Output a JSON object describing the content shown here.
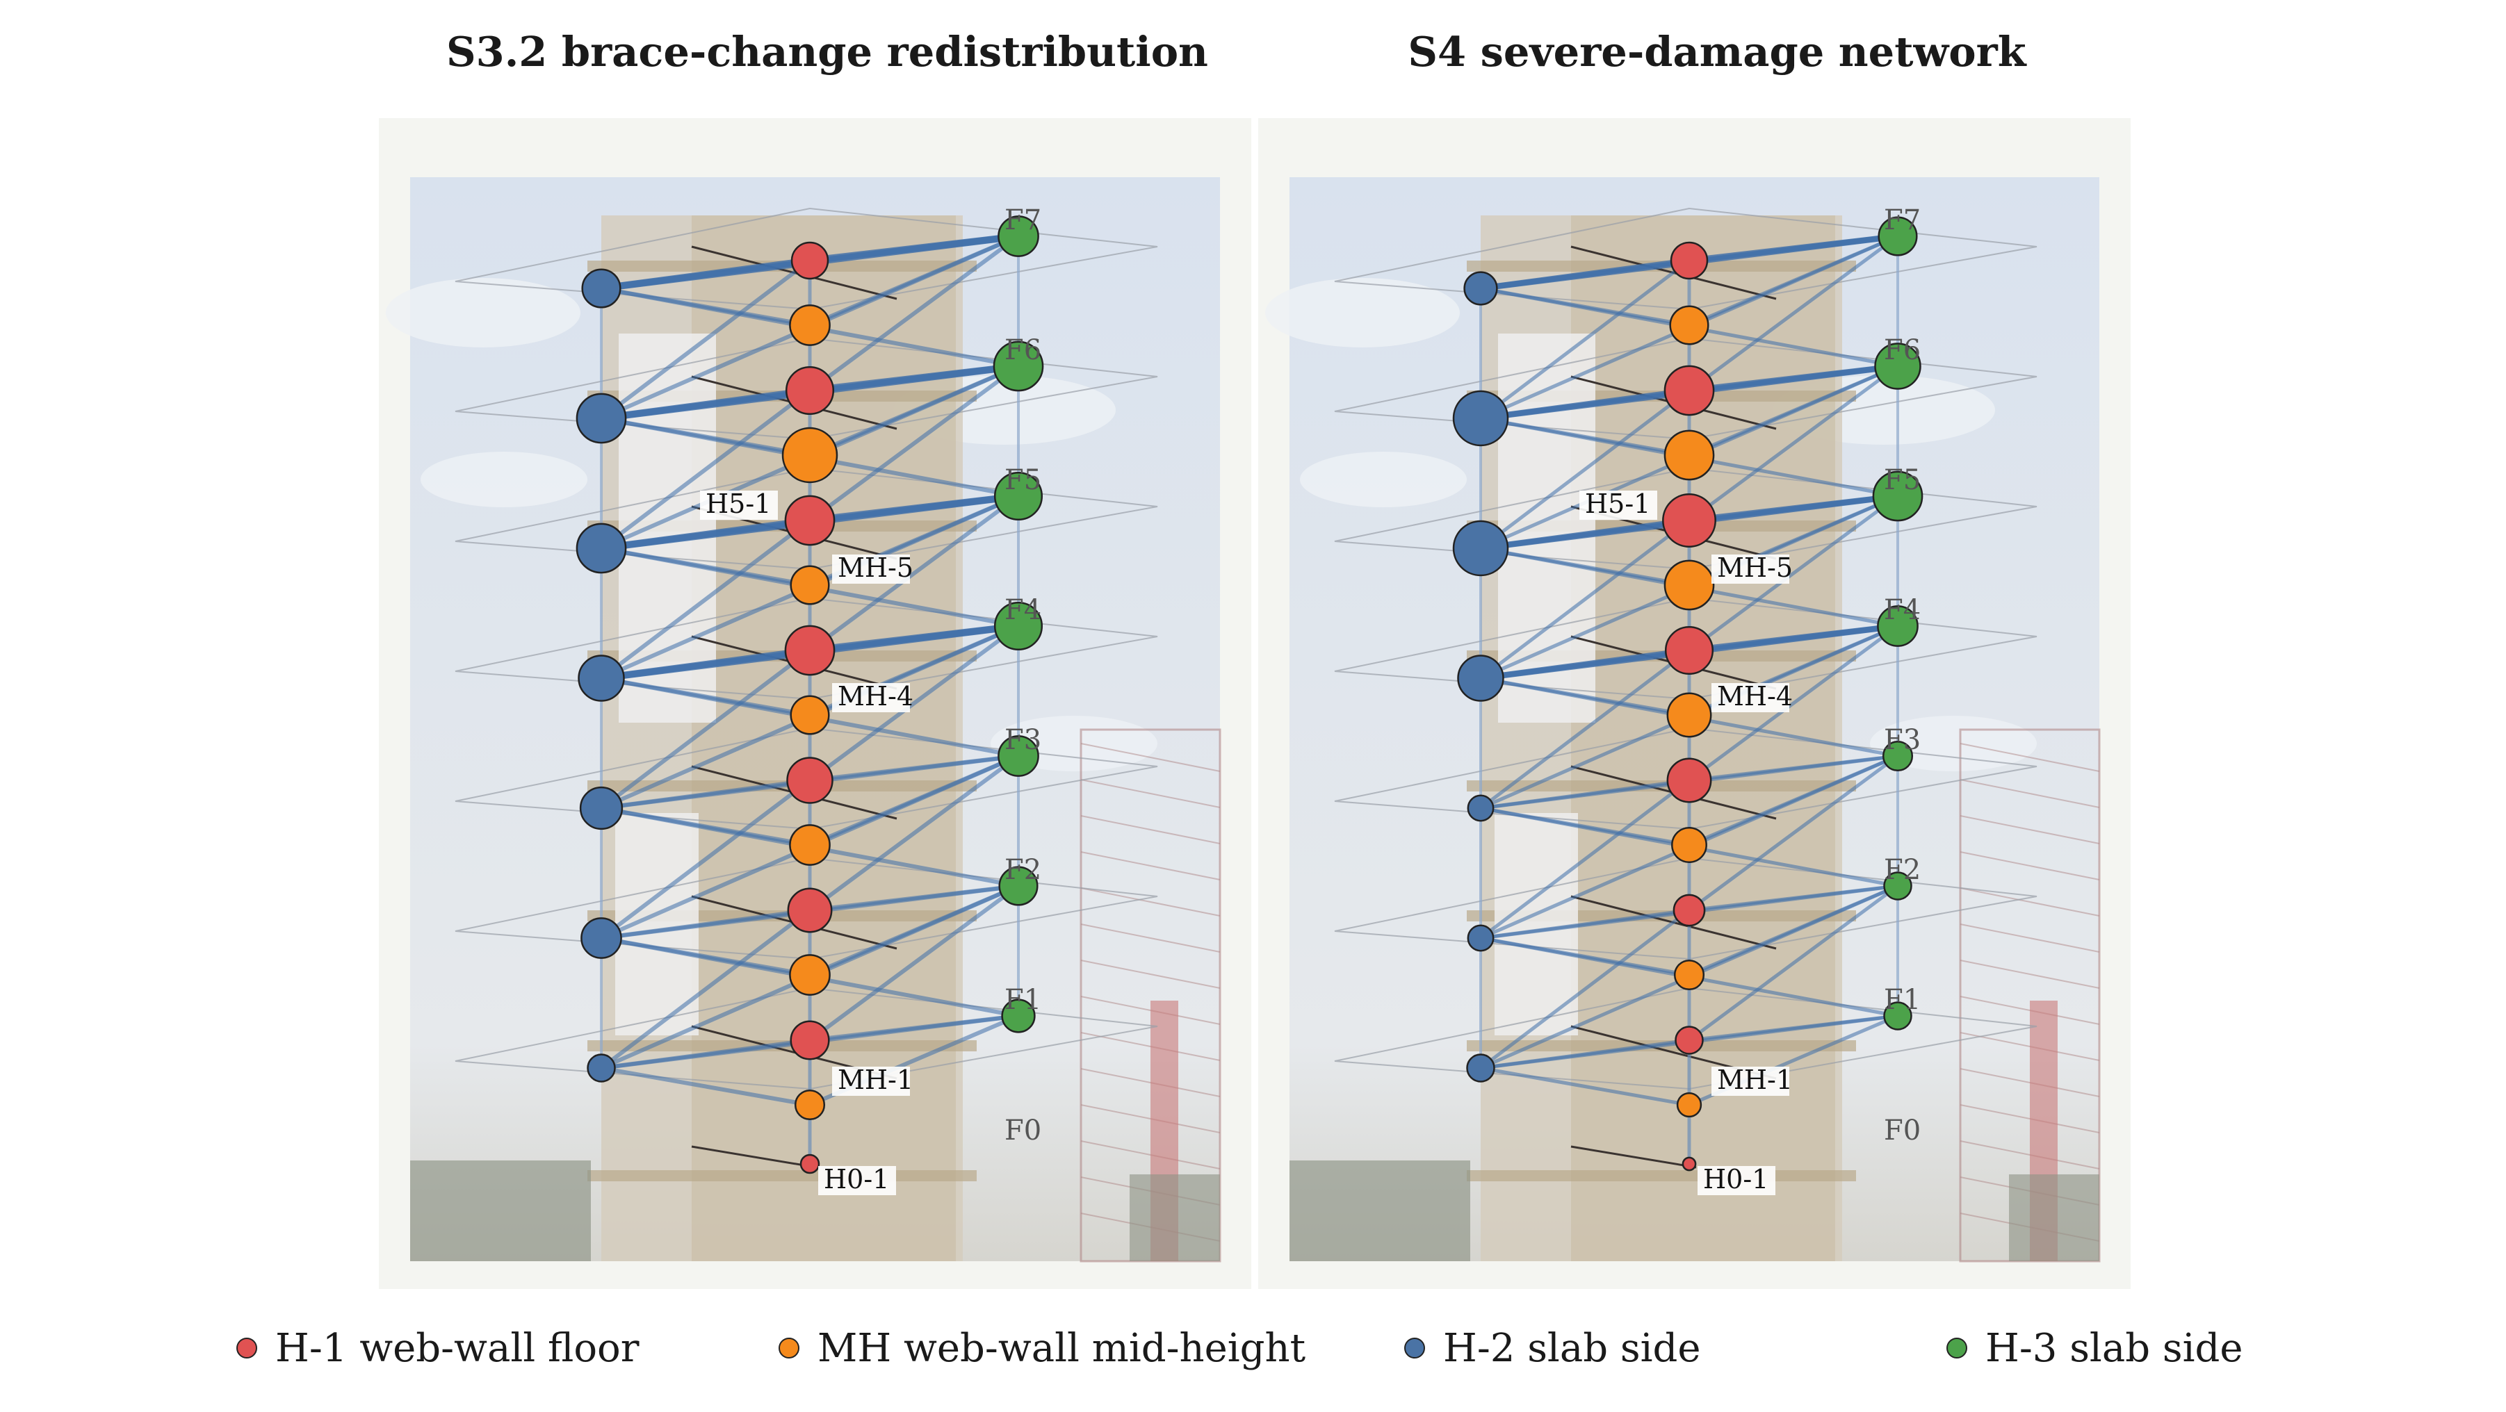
{
  "panels": [
    {
      "title": "S3.2 brace-change redistribution",
      "labels": {
        "h5": "H5-1",
        "mh5": "MH-5",
        "mh4": "MH-4",
        "mh1": "MH-1",
        "h0": "H0-1"
      },
      "floors": [
        "F7",
        "F6",
        "F5",
        "F4",
        "F3",
        "F2",
        "F1",
        "F0"
      ],
      "sizes": {
        "H1": [
          1.0,
          1.3,
          1.35,
          1.35,
          1.25,
          1.2,
          1.05,
          0.5
        ],
        "MH": [
          1.1,
          1.5,
          1.05,
          1.05,
          1.1,
          1.1,
          0.8
        ],
        "H2": [
          1.05,
          1.35,
          1.35,
          1.25,
          1.15,
          1.1,
          0.75
        ],
        "H3": [
          1.1,
          1.35,
          1.3,
          1.3,
          1.1,
          1.05,
          0.9
        ]
      },
      "edge_weight": 1.0
    },
    {
      "title": "S4 severe-damage network",
      "labels": {
        "h5": "H5-1",
        "mh5": "MH-5",
        "mh4": "MH-4",
        "mh1": "MH-1",
        "h0": "H0-1"
      },
      "floors": [
        "F7",
        "F6",
        "F5",
        "F4",
        "F3",
        "F2",
        "F1",
        "F0"
      ],
      "sizes": {
        "H1": [
          1.0,
          1.35,
          1.45,
          1.3,
          1.2,
          0.85,
          0.75,
          0.35
        ],
        "MH": [
          1.05,
          1.35,
          1.35,
          1.2,
          0.95,
          0.8,
          0.65
        ],
        "H2": [
          0.9,
          1.5,
          1.5,
          1.25,
          0.7,
          0.7,
          0.75
        ],
        "H3": [
          1.05,
          1.25,
          1.35,
          1.1,
          0.8,
          0.75,
          0.75
        ]
      },
      "edge_weight": 0.85
    }
  ],
  "legend": [
    {
      "label": "H-1 web-wall floor",
      "color": "#e05252"
    },
    {
      "label": "MH web-wall mid-height",
      "color": "#f58a1c"
    },
    {
      "label": "H-2 slab side",
      "color": "#4a73a5"
    },
    {
      "label": "H-3 slab side",
      "color": "#4ca24a"
    }
  ],
  "colors": {
    "edge": "#3f6faa",
    "panel_bg": "#f4f5f1",
    "sky": "#c9d4e2",
    "wall": "#cfc6b5"
  }
}
